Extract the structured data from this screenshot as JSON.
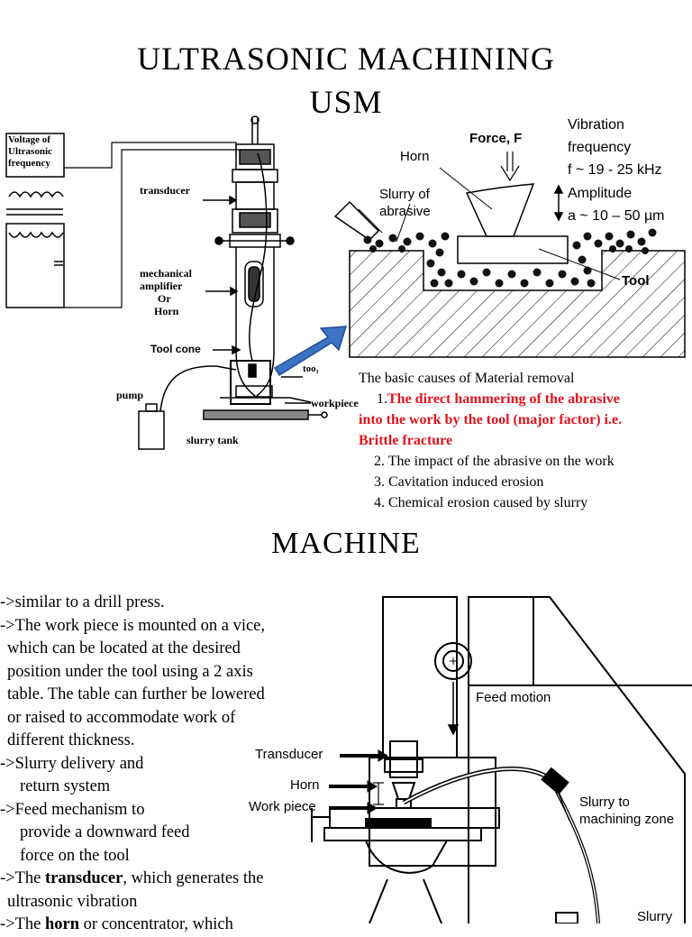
{
  "title": {
    "line1": "ULTRASONIC  MACHINING",
    "line2": "USM"
  },
  "left_diagram": {
    "voltage_label": [
      "Voltage of",
      "Ultrasonic",
      "frequency"
    ],
    "transducer": "transducer",
    "mechanical_amplifier": [
      "mechanical",
      "amplifier",
      "Or",
      "Horn"
    ],
    "tool_cone": "Tool cone",
    "tool": "too₁",
    "pump": "pump",
    "workpiece": "workpiece",
    "slurry_tank": "slurry tank"
  },
  "right_diagram": {
    "horn": "Horn",
    "force": "Force, F",
    "slurry": [
      "Slurry of",
      "abrasive"
    ],
    "vibration_frequency": [
      "Vibration",
      "frequency",
      "f ~ 19 - 25 kHz"
    ],
    "amplitude": [
      "Amplitude",
      "a ~ 10 – 50 µm"
    ],
    "tool": "Tool"
  },
  "causes": {
    "heading": "The basic causes of Material removal",
    "item1_num": "1.",
    "item1_red": [
      "The direct hammering of the abrasive",
      "into  the work by the tool (major factor) i.e.",
      "Brittle fracture"
    ],
    "item2": "2. The impact of the abrasive on the work",
    "item3": "3. Cavitation induced erosion",
    "item4": "4. Chemical erosion caused by slurry"
  },
  "machine": {
    "heading": "MACHINE",
    "list": [
      {
        "kind": "it",
        "text": "->similar to a drill press."
      },
      {
        "kind": "it",
        "text": "->The work piece is mounted on a vice,"
      },
      {
        "kind": "c",
        "text": "which can be located at the desired"
      },
      {
        "kind": "c",
        "text": "position under the tool using a 2 axis"
      },
      {
        "kind": "c",
        "text": "table.  The table can further be lowered"
      },
      {
        "kind": "c",
        "text": "or raised to accommodate work of"
      },
      {
        "kind": "c",
        "text": "different thickness."
      },
      {
        "kind": "it",
        "text": "->Slurry delivery and"
      },
      {
        "kind": "c2",
        "text": "return system"
      },
      {
        "kind": "it",
        "text": "->Feed mechanism to"
      },
      {
        "kind": "c2",
        "text": "provide a downward feed"
      },
      {
        "kind": "c2",
        "text": "force on the tool"
      },
      {
        "kind": "it",
        "pre": "->The ",
        "bold": "transducer",
        "post": ", which generates the"
      },
      {
        "kind": "c",
        "text": "ultrasonic vibration"
      },
      {
        "kind": "it",
        "pre": "->The ",
        "bold": "horn",
        "post": " or concentrator, which"
      }
    ],
    "diagram": {
      "feed_motion": "Feed motion",
      "transducer": "Transducer",
      "horn": "Horn",
      "work_piece": "Work piece",
      "slurry_to": [
        "Slurry to",
        "machining zone"
      ],
      "slurry": "Slurry"
    }
  }
}
